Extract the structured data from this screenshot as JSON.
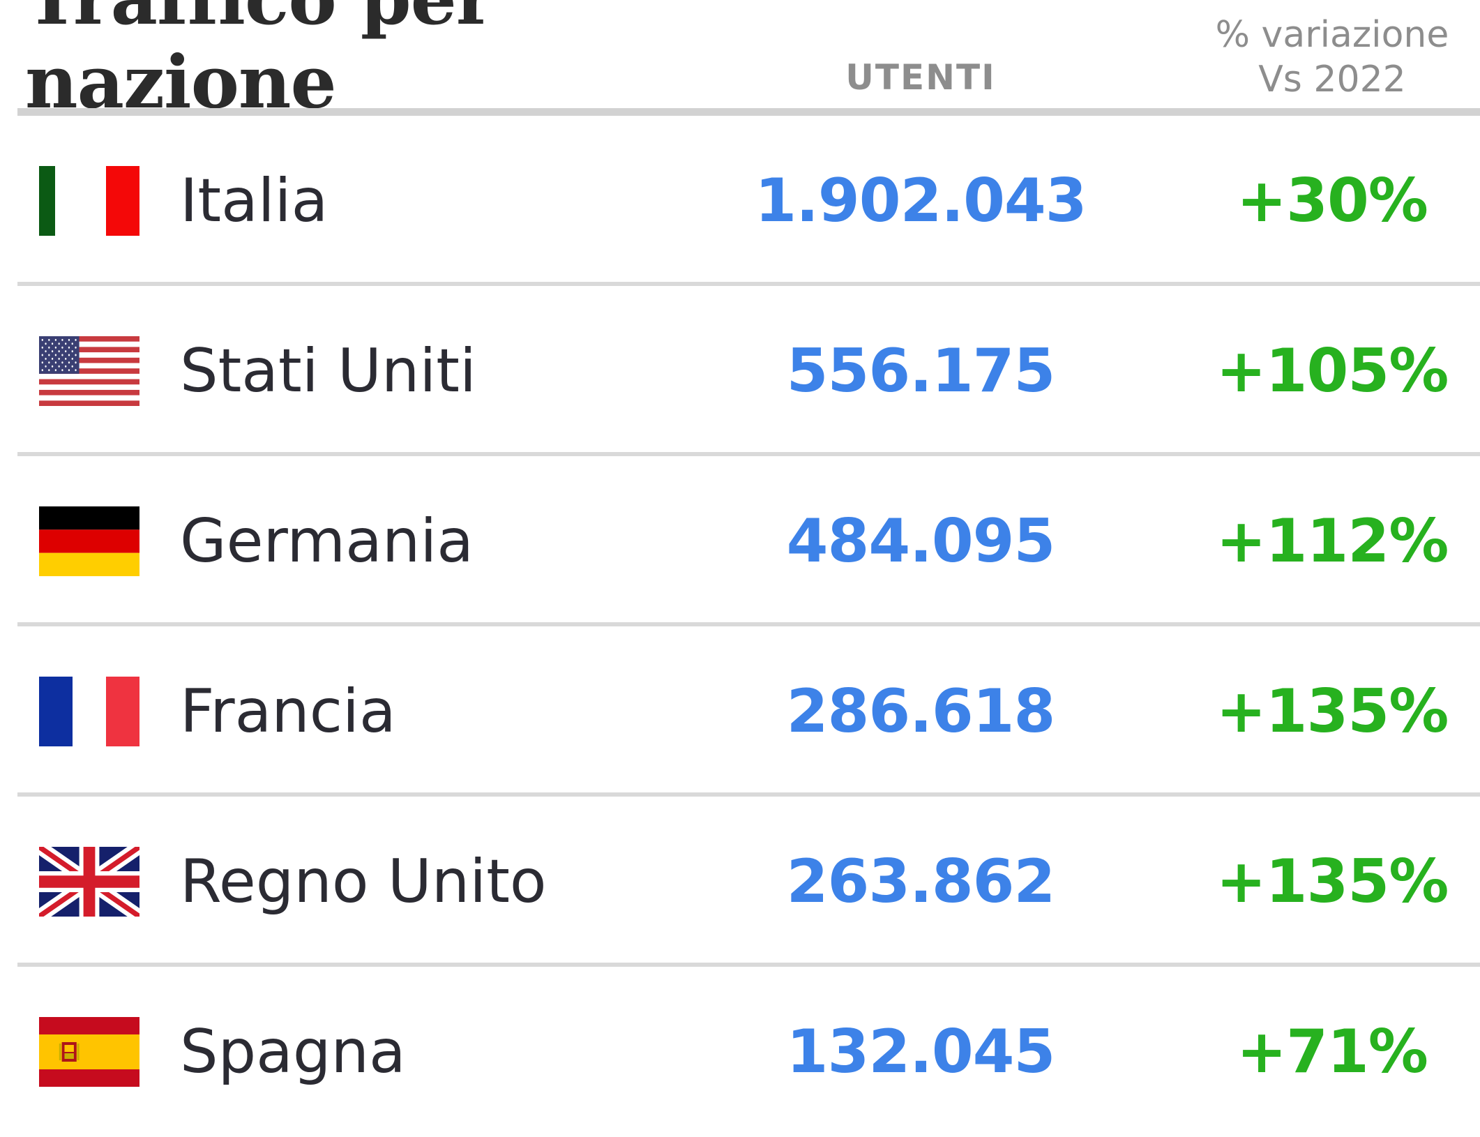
{
  "colors": {
    "title": "#2b2b2b",
    "header_text": "#8d8d8d",
    "country_text": "#2b2b33",
    "users_text": "#3d82e8",
    "change_text": "#27b11f",
    "rule": "#d9d9d9"
  },
  "chart_data": {
    "type": "table",
    "title_line1": "Traffico per",
    "title_line2": "nazione",
    "columns": [
      "",
      "UTENTI",
      "% variazione Vs 2022"
    ],
    "header": {
      "users": "UTENTI",
      "change_line1": "% variazione",
      "change_line2": "Vs 2022"
    },
    "rows": [
      {
        "flag": "italy-flag-icon",
        "country": "Italia",
        "users": "1.902.043",
        "change": "+30%"
      },
      {
        "flag": "usa-flag-icon",
        "country": "Stati Uniti",
        "users": "556.175",
        "change": "+105%"
      },
      {
        "flag": "germany-flag-icon",
        "country": "Germania",
        "users": "484.095",
        "change": "+112%"
      },
      {
        "flag": "france-flag-icon",
        "country": "Francia",
        "users": "286.618",
        "change": "+135%"
      },
      {
        "flag": "uk-flag-icon",
        "country": "Regno Unito",
        "users": "263.862",
        "change": "+135%"
      },
      {
        "flag": "spain-flag-icon",
        "country": "Spagna",
        "users": "132.045",
        "change": "+71%"
      }
    ]
  }
}
